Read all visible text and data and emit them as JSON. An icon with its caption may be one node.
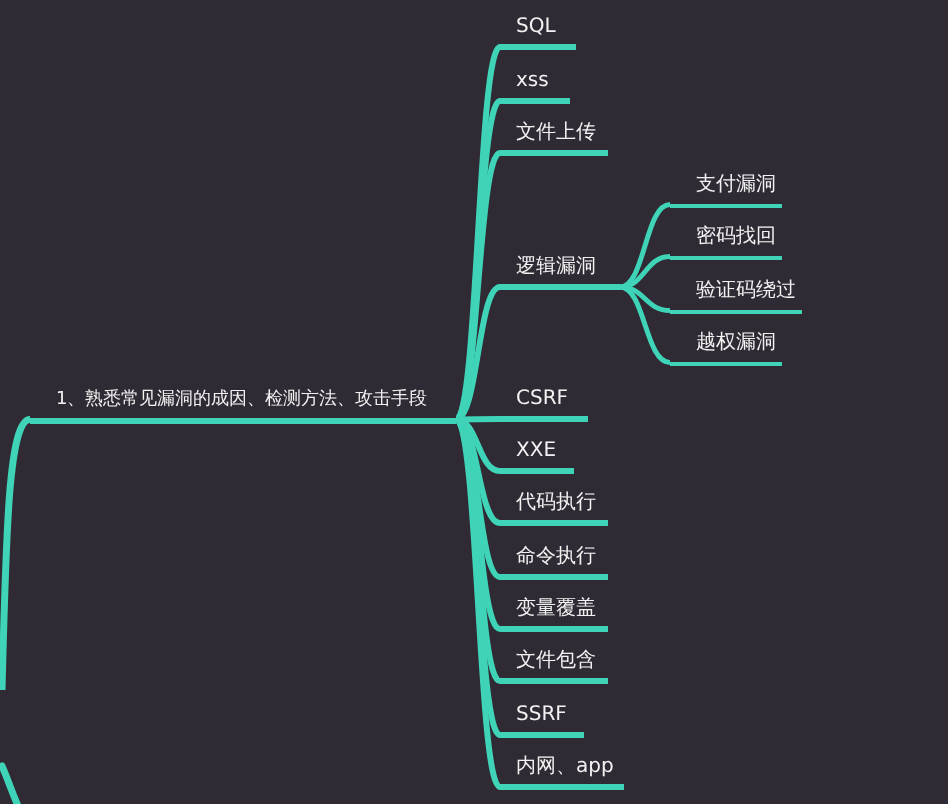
{
  "diagram": {
    "nodes": [
      {
        "text": [
          "1、熟悉常见漏洞的成因、检测方法、攻击手段"
        ]
      },
      {
        "text": [
          "SQL"
        ]
      },
      {
        "text": [
          "xss"
        ]
      },
      {
        "text": [
          "文件上传"
        ]
      },
      {
        "text": [
          "逻辑漏洞"
        ]
      },
      {
        "text": [
          "支付漏洞"
        ]
      },
      {
        "text": [
          "密码找回"
        ]
      },
      {
        "text": [
          "验证码绕过"
        ]
      },
      {
        "text": [
          "越权漏洞"
        ]
      },
      {
        "text": [
          "CSRF"
        ]
      },
      {
        "text": [
          "XXE"
        ]
      },
      {
        "text": [
          "代码执行"
        ]
      },
      {
        "text": [
          "命令执行"
        ]
      },
      {
        "text": [
          "变量覆盖"
        ]
      },
      {
        "text": [
          "文件包含"
        ]
      },
      {
        "text": [
          "SSRF"
        ]
      },
      {
        "text": [
          "内网、app"
        ]
      }
    ],
    "edges": [
      {
        "from": null,
        "to": 0,
        "arrow": "none"
      },
      {
        "from": 0,
        "to": 1,
        "arrow": "none"
      },
      {
        "from": 0,
        "to": 2,
        "arrow": "none"
      },
      {
        "from": 0,
        "to": 3,
        "arrow": "none"
      },
      {
        "from": 0,
        "to": 4,
        "arrow": "none"
      },
      {
        "from": 4,
        "to": 5,
        "arrow": "none"
      },
      {
        "from": 4,
        "to": 6,
        "arrow": "none"
      },
      {
        "from": 4,
        "to": 7,
        "arrow": "none"
      },
      {
        "from": 4,
        "to": 8,
        "arrow": "none"
      },
      {
        "from": 0,
        "to": 9,
        "arrow": "none"
      },
      {
        "from": 0,
        "to": 10,
        "arrow": "none"
      },
      {
        "from": 0,
        "to": 11,
        "arrow": "none"
      },
      {
        "from": 0,
        "to": 12,
        "arrow": "none"
      },
      {
        "from": 0,
        "to": 13,
        "arrow": "none"
      },
      {
        "from": 0,
        "to": 14,
        "arrow": "none"
      },
      {
        "from": 0,
        "to": 15,
        "arrow": "none"
      },
      {
        "from": 0,
        "to": 16,
        "arrow": "none"
      }
    ]
  }
}
